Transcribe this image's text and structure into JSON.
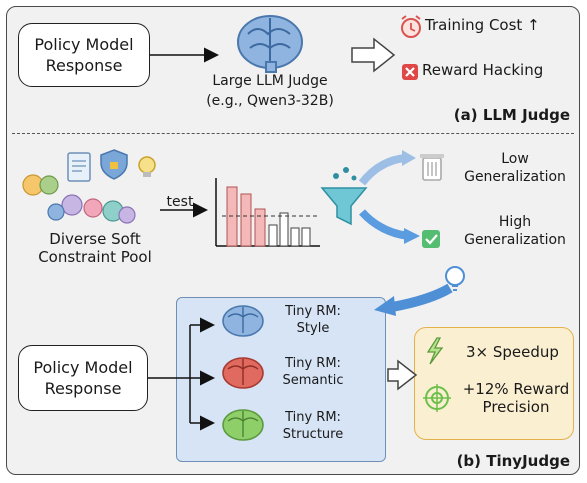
{
  "section_a": {
    "policy_response": [
      "Policy Model",
      "Response"
    ],
    "judge_name": "Large LLM Judge",
    "judge_example": "(e.g., Qwen3-32B)",
    "issue_cost": "Training Cost",
    "issue_cost_arrow": "↑",
    "issue_hacking": "Reward Hacking",
    "caption": "(a) LLM Judge"
  },
  "section_b": {
    "pool_label": [
      "Diverse Soft",
      "Constraint Pool"
    ],
    "test_label": "test",
    "low_gen": [
      "Low",
      "Generalization"
    ],
    "high_gen": [
      "High",
      "Generalization"
    ],
    "policy_response": [
      "Policy Model",
      "Response"
    ],
    "rm_style": [
      "Tiny RM:",
      "Style"
    ],
    "rm_semantic": [
      "Tiny RM:",
      "Semantic"
    ],
    "rm_structure": [
      "Tiny RM:",
      "Structure"
    ],
    "speedup": "3× Speedup",
    "precision": [
      "+12% Reward",
      "Precision"
    ],
    "caption": "(b) TinyJudge"
  },
  "colors": {
    "brain_blue": "#7aa6d8",
    "brain_red": "#d9534f",
    "brain_green": "#7cbf5a",
    "bar_red": "#f4b8b8",
    "panel_blue": "#d6e4f5",
    "panel_orange": "#fbefd2"
  },
  "icons": [
    "brain-icon",
    "alarm-clock-icon",
    "cross-mark-icon",
    "trash-can-icon",
    "check-mark-icon",
    "lightbulb-icon",
    "funnel-icon",
    "lightning-icon",
    "target-icon",
    "document-icon",
    "shield-icon",
    "people-icon"
  ]
}
